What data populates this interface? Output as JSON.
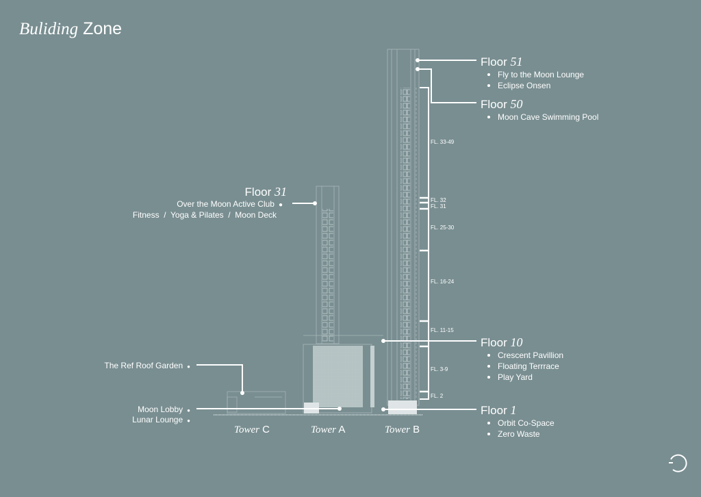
{
  "title": {
    "italic": "Buliding",
    "regular": "Zone"
  },
  "floors_right": [
    {
      "label": "Floor",
      "number": "51",
      "features": [
        "Fly to the Moon Lounge",
        "Eclipse Onsen"
      ]
    },
    {
      "label": "Floor",
      "number": "50",
      "features": [
        "Moon Cave Swimming Pool"
      ]
    },
    {
      "label": "Floor",
      "number": "10",
      "features": [
        "Crescent Pavillion",
        "Floating Terrrace",
        "Play Yard"
      ]
    },
    {
      "label": "Floor",
      "number": "1",
      "features": [
        "Orbit Co-Space",
        "Zero Waste"
      ]
    }
  ],
  "floor31": {
    "label": "Floor",
    "number": "31",
    "line1": "Over the Moon Active Club",
    "line2": "Fitness  /  Yoga & Pilates  /  Moon Deck"
  },
  "left_labels": {
    "roof_garden": "The Ref Roof Garden",
    "moon_lobby": "Moon Lobby",
    "lunar_lounge": "Lunar Lounge"
  },
  "floor_ranges": [
    "FL. 33-49",
    "FL. 32",
    "FL. 31",
    "FL. 25-30",
    "FL. 16-24",
    "FL. 11-15",
    "FL. 3-9",
    "FL. 2"
  ],
  "towers": [
    {
      "italic": "Tower",
      "letter": "C"
    },
    {
      "italic": "Tower",
      "letter": "A"
    },
    {
      "italic": "Tower",
      "letter": "B"
    }
  ],
  "colors": {
    "background": "#798e91",
    "line": "#ffffff",
    "building": "#a9b8ba"
  }
}
